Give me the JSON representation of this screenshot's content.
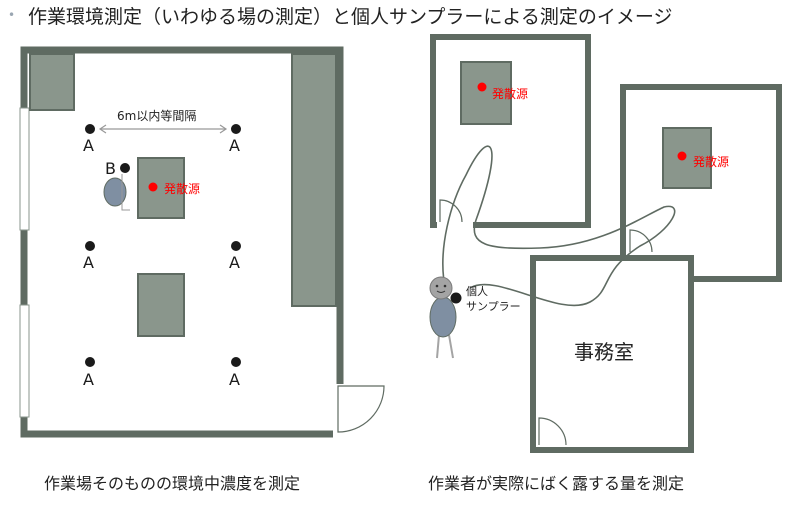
{
  "slide": {
    "bullet": "•",
    "title": "作業環境測定（いわゆる場の測定）と個人サンプラーによる測定のイメージ"
  },
  "left_diagram": {
    "spacing_label": "6m以内等間隔",
    "point_a": "A",
    "point_b": "B",
    "source_label": "発散源",
    "caption": "作業場そのものの環境中濃度を測定"
  },
  "right_diagram": {
    "source_label": "発散源",
    "sampler_label_line1": "個人",
    "sampler_label_line2": "サンプラー",
    "office_label": "事務室",
    "caption": "作業者が実際にばく露する量を測定"
  },
  "colors": {
    "wall": "#5f6b62",
    "box": "#8a968c",
    "source_dot": "#ff0000",
    "source_text": "#ff0000",
    "point": "#1a1a1a",
    "worker_body": "#7f8fa2",
    "worker_head": "#a4a4a4"
  }
}
